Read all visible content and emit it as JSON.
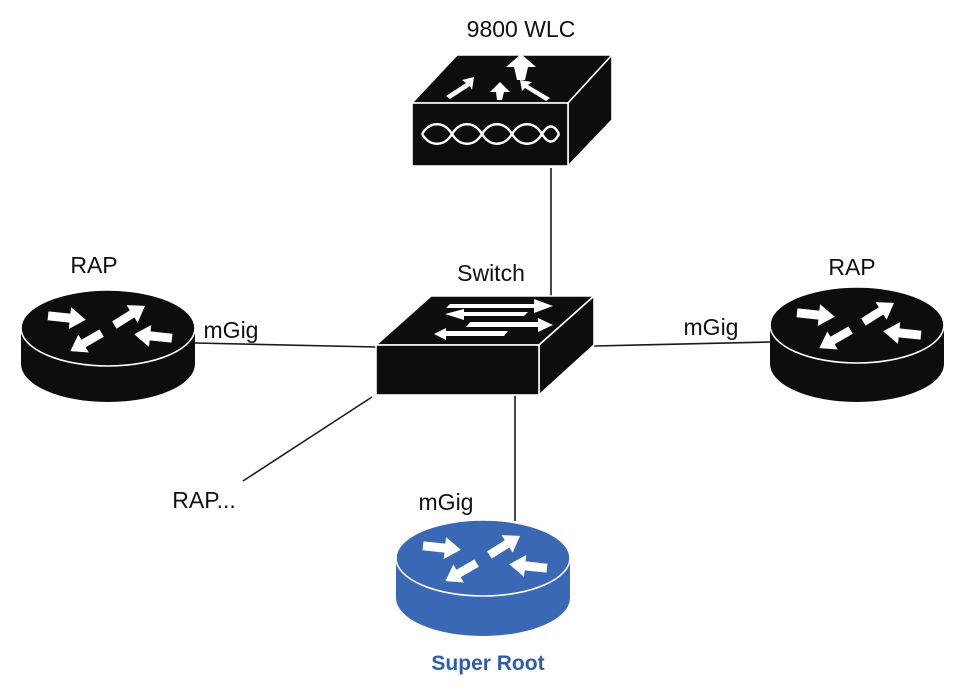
{
  "colors": {
    "device_dark": "#0d0d0d",
    "super_root_fill": "#3b68b5",
    "super_root_label": "#2f5ea9"
  },
  "nodes": {
    "wlc": {
      "label": "9800 WLC",
      "icon": "wireless-controller-icon"
    },
    "switch": {
      "label": "Switch",
      "icon": "switch-icon"
    },
    "rap_left": {
      "label": "RAP",
      "icon": "router-icon"
    },
    "rap_right": {
      "label": "RAP",
      "icon": "router-icon"
    },
    "rap_more": {
      "label": "RAP..."
    },
    "super_root": {
      "label": "Super Root",
      "icon": "router-icon"
    }
  },
  "links": {
    "switch_rap_left": {
      "label": "mGig"
    },
    "switch_rap_right": {
      "label": "mGig"
    },
    "switch_super_root": {
      "label": "mGig"
    }
  }
}
